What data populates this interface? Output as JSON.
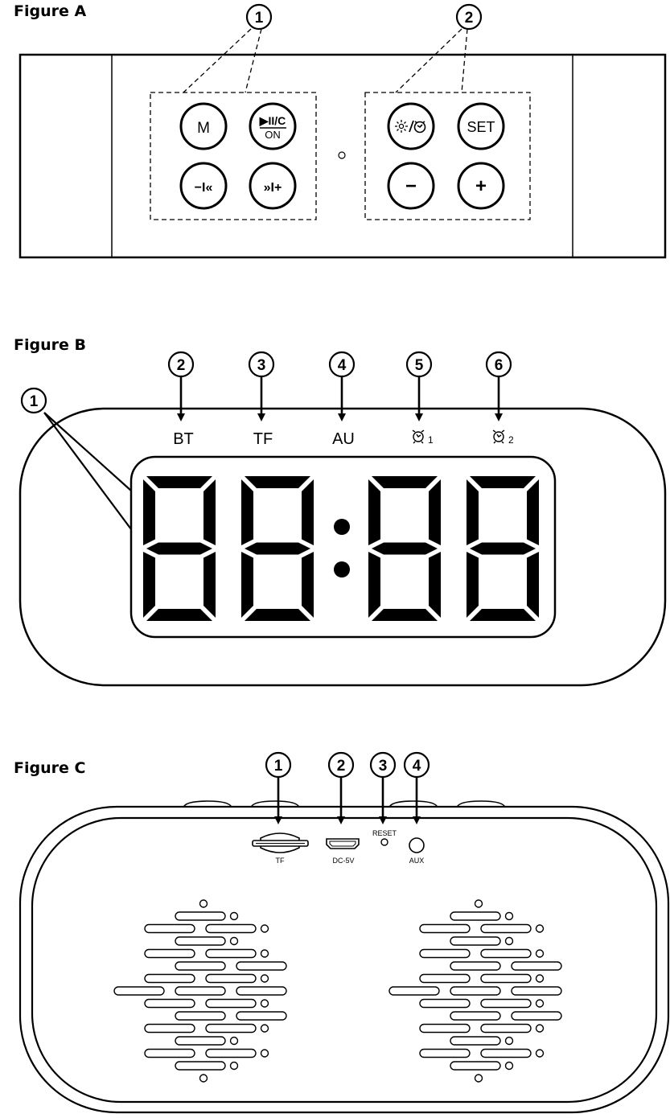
{
  "figure_a": {
    "title": "Figure A",
    "callouts": [
      "1",
      "2"
    ],
    "buttons": {
      "mode": "M",
      "play_top": "▶II/C",
      "play_bottom": "ON",
      "prev": "−I«",
      "next": "»I+",
      "set": "SET",
      "minus": "−",
      "plus": "+"
    }
  },
  "figure_b": {
    "title": "Figure B",
    "callouts": [
      "1",
      "2",
      "3",
      "4",
      "5",
      "6"
    ],
    "indicators": [
      "BT",
      "TF",
      "AU"
    ],
    "alarm1_sub": "1",
    "alarm2_sub": "2"
  },
  "figure_c": {
    "title": "Figure C",
    "callouts": [
      "1",
      "2",
      "3",
      "4"
    ],
    "port_labels": {
      "tf": "TF",
      "dc": "DC-5V",
      "reset": "RESET",
      "aux": "AUX"
    }
  }
}
